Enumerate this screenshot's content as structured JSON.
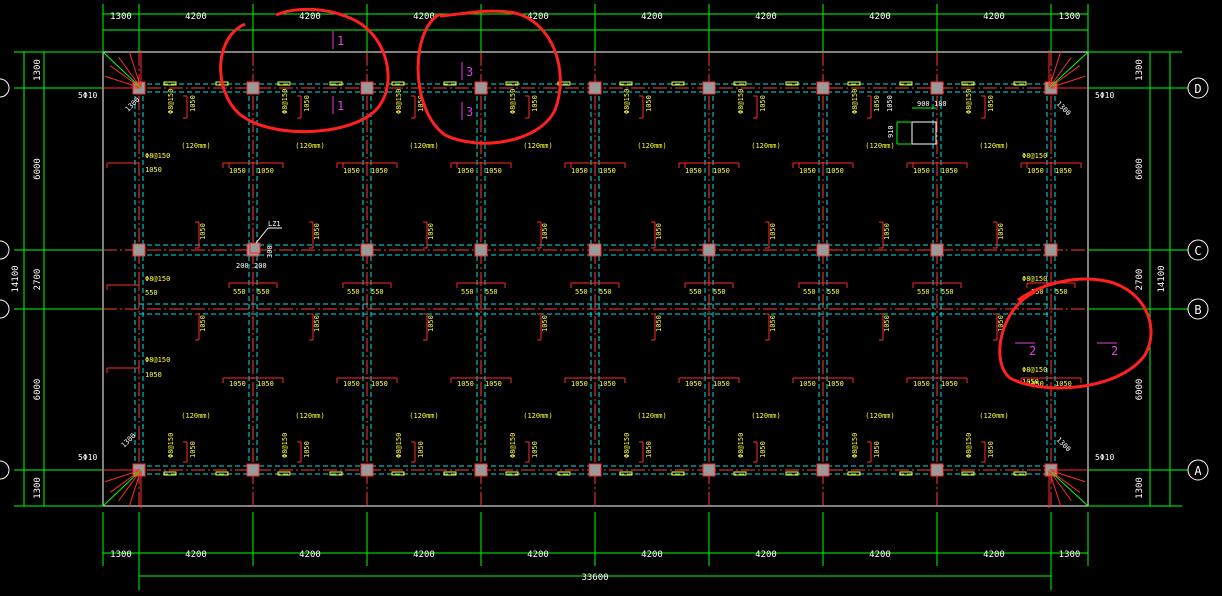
{
  "colors": {
    "background": "#000000",
    "dimension": "#00ff00",
    "outline": "#ffffff",
    "grid_axis": "#ff3b3b",
    "rebar": "#ff2a2a",
    "beam": "#00e5e5",
    "label": "#ffff33",
    "section": "#e040e0",
    "markup": "#ff2020",
    "column": "#9a9a9a"
  },
  "top_dims": [
    "1300",
    "4200",
    "4200",
    "4200",
    "4200",
    "4200",
    "4200",
    "4200",
    "4200",
    "1300"
  ],
  "bottom_dims": [
    "1300",
    "4200",
    "4200",
    "4200",
    "4200",
    "4200",
    "4200",
    "4200",
    "4200",
    "1300"
  ],
  "bottom_total": "33600",
  "left_dims": [
    "1300",
    "6000",
    "2700",
    "6000",
    "1300"
  ],
  "left_total": "14100",
  "right_dims": [
    "1300",
    "6000",
    "2700",
    "6000",
    "1300"
  ],
  "right_total": "14100",
  "axis_labels": [
    "D",
    "C",
    "B",
    "A"
  ],
  "corner_labels": [
    "5Φ10",
    "5Φ10",
    "5Φ10",
    "5Φ10"
  ],
  "corner_dims": [
    "1300",
    "1300",
    "1300",
    "1300"
  ],
  "rebar_label": "Φ8@150",
  "span_label": "1050",
  "short_span_label": "550",
  "slab_label": "(120mm)",
  "lz_label": "LZ1",
  "lz_dims": [
    "200",
    "200",
    "300"
  ],
  "detail_dims": [
    "900",
    "180",
    "1050",
    "910"
  ],
  "sections": [
    "1",
    "1",
    "3",
    "3",
    "2",
    "2"
  ]
}
